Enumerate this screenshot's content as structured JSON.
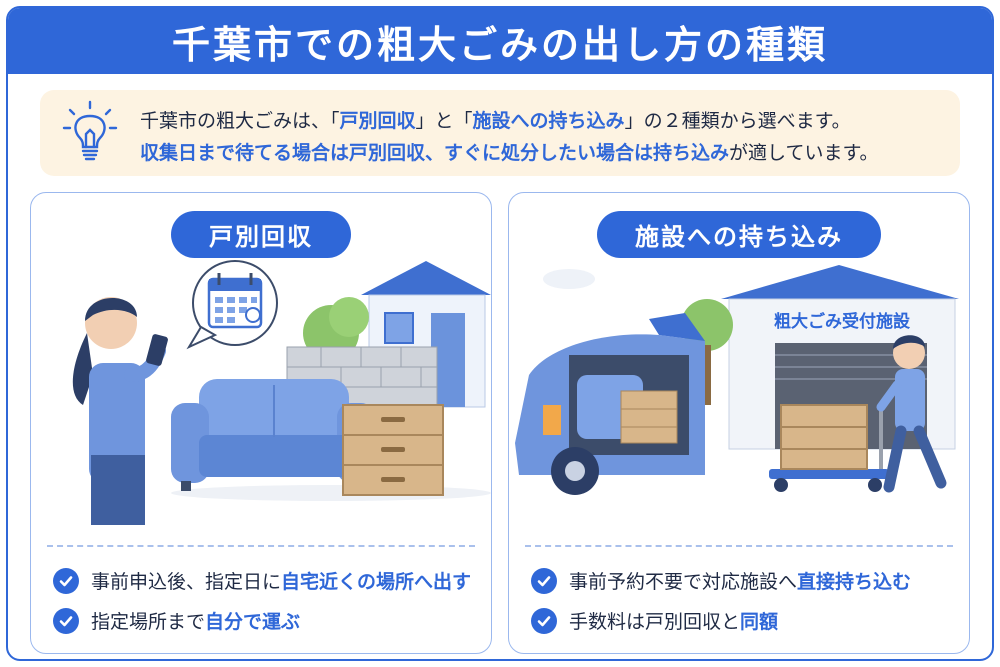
{
  "title": "千葉市での粗大ごみの出し方の種類",
  "intro": {
    "line1": {
      "p1": "千葉市の粗大ごみは、「",
      "h1": "戸別回収",
      "p2": "」と「",
      "h2": "施設への持ち込み",
      "p3": "」の２種類から選べます。"
    },
    "line2": {
      "h1": "収集日まで待てる場合は戸別回収、すぐに処分したい場合は持ち込み",
      "p1": "が適しています。"
    }
  },
  "cards": [
    {
      "heading": "戸別回収",
      "points": [
        {
          "text": "事前申込後、指定日に",
          "highlight": "自宅近くの場所へ出す"
        },
        {
          "text": "指定場所まで",
          "highlight": "自分で運ぶ"
        }
      ]
    },
    {
      "heading": "施設への持ち込み",
      "facility_sign": "粗大ごみ受付施設",
      "points": [
        {
          "text": "事前予約不要で対応施設へ",
          "highlight": "直接持ち込む"
        },
        {
          "text": "手数料は戸別回収と",
          "highlight": "同額"
        }
      ]
    }
  ],
  "colors": {
    "primary": "#2f67d8",
    "info_bg": "#fdf3e2",
    "card_border": "#9bb8ee",
    "box_tan": "#d8b68a",
    "sofa_blue": "#6f95dd"
  },
  "icons": [
    "lightbulb-icon",
    "calendar-icon",
    "check-icon"
  ]
}
